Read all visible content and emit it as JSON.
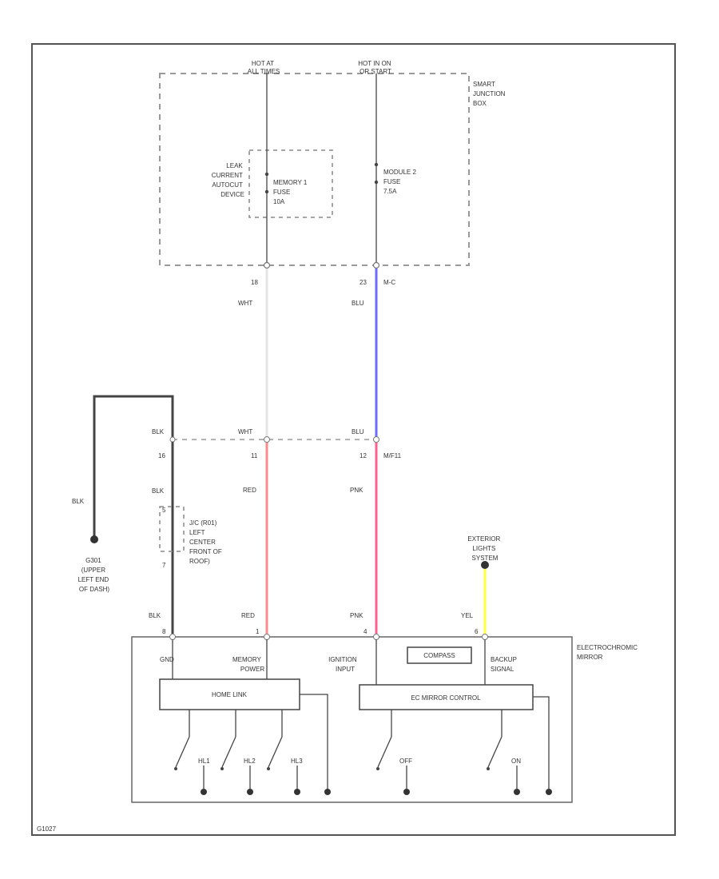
{
  "junction_box": {
    "hot_left": [
      "HOT AT",
      "ALL TIMES"
    ],
    "hot_right": [
      "HOT IN ON",
      "OR START"
    ],
    "name": [
      "SMART",
      "JUNCTION",
      "BOX"
    ],
    "leak_device": [
      "LEAK",
      "CURRENT",
      "AUTOCUT",
      "DEVICE"
    ],
    "fuse_memory": [
      "MEMORY 1",
      "FUSE",
      "10A"
    ],
    "fuse_module": [
      "MODULE 2",
      "FUSE",
      "7.5A"
    ]
  },
  "wires": {
    "left_top_pin": "18",
    "left_top_color": "WHT",
    "right_top_pin": "23",
    "right_top_conn": "M-C",
    "right_top_color": "BLU",
    "gnd_color_top": "BLK",
    "gnd_pin": "16",
    "gnd_color_mid": "BLK",
    "left_mid_color": "WHT",
    "left_mid_pin": "11",
    "left_low_color": "RED",
    "right_mid_color": "BLU",
    "right_mid_pin": "12",
    "right_mid_conn": "M/F11",
    "right_low_color": "PNK",
    "ground_wire_color": "BLK",
    "joint_pin_top": "5",
    "joint_pin_bottom": "7",
    "bottom_gnd_color": "BLK",
    "bottom_red": "RED",
    "bottom_pnk": "PNK",
    "yel_color": "YEL",
    "pin_labels": [
      "8",
      "1",
      "4",
      "6"
    ]
  },
  "joint": [
    "J/C (R01)",
    "LEFT",
    "CENTER",
    "FRONT OF",
    "ROOF)"
  ],
  "ground": [
    "G301",
    "(UPPER",
    "LEFT END",
    "OF DASH)"
  ],
  "exterior_lights": [
    "EXTERIOR",
    "LIGHTS",
    "SYSTEM"
  ],
  "mirror": {
    "name": [
      "ELECTROCHROMIC",
      "MIRROR"
    ],
    "gnd": "GND",
    "memory_power": [
      "MEMORY",
      "POWER"
    ],
    "ign_input": [
      "IGNITION",
      "INPUT"
    ],
    "backup_signal": [
      "BACKUP",
      "SIGNAL"
    ],
    "compass": "COMPASS",
    "homelink": "HOME LINK",
    "ec_control": "EC MIRROR CONTROL",
    "switches": [
      "HL1",
      "HL2",
      "HL3",
      "OFF",
      "ON"
    ]
  },
  "footer": "G1027"
}
